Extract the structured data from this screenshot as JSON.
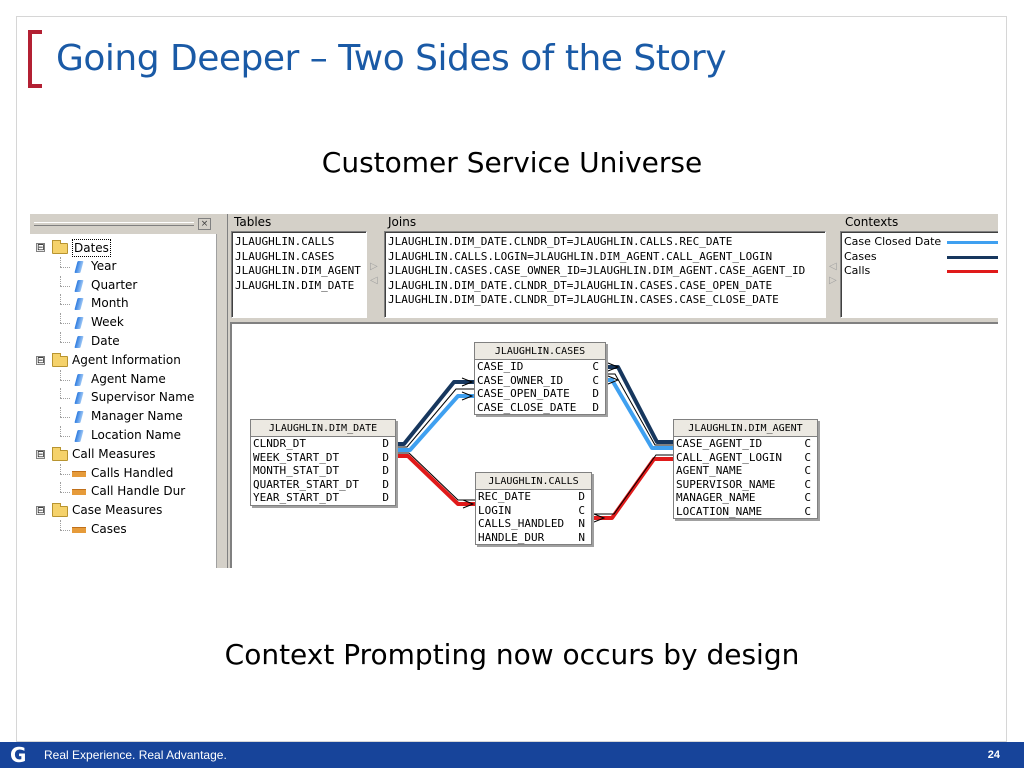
{
  "slide": {
    "title": "Going Deeper – Two Sides of the Story",
    "subtitle": "Customer Service Universe",
    "caption": "Context Prompting now occurs by design",
    "accent_color": "#b32033",
    "title_color": "#1a5aa6"
  },
  "tree": {
    "close_glyph": "×",
    "items": [
      {
        "label": "Dates",
        "kind": "folder",
        "level": 0,
        "toggle": "⊟",
        "selected": true
      },
      {
        "label": "Year",
        "kind": "dimension",
        "level": 1
      },
      {
        "label": "Quarter",
        "kind": "dimension",
        "level": 1
      },
      {
        "label": "Month",
        "kind": "dimension",
        "level": 1
      },
      {
        "label": "Week",
        "kind": "dimension",
        "level": 1
      },
      {
        "label": "Date",
        "kind": "dimension",
        "level": 1
      },
      {
        "label": "Agent Information",
        "kind": "folder",
        "level": 0,
        "toggle": "⊟"
      },
      {
        "label": "Agent Name",
        "kind": "dimension",
        "level": 1
      },
      {
        "label": "Supervisor Name",
        "kind": "dimension",
        "level": 1
      },
      {
        "label": "Manager Name",
        "kind": "dimension",
        "level": 1
      },
      {
        "label": "Location Name",
        "kind": "dimension",
        "level": 1
      },
      {
        "label": "Call Measures",
        "kind": "folder",
        "level": 0,
        "toggle": "⊟"
      },
      {
        "label": "Calls Handled",
        "kind": "measure",
        "level": 1
      },
      {
        "label": "Call Handle Dur",
        "kind": "measure",
        "level": 1
      },
      {
        "label": "Case Measures",
        "kind": "folder",
        "level": 0,
        "toggle": "⊟"
      },
      {
        "label": "Cases",
        "kind": "measure",
        "level": 1
      }
    ]
  },
  "panes": {
    "tables_label": "Tables",
    "joins_label": "Joins",
    "contexts_label": "Contexts",
    "tables": [
      "JLAUGHLIN.CALLS",
      "JLAUGHLIN.CASES",
      "JLAUGHLIN.DIM_AGENT",
      "JLAUGHLIN.DIM_DATE"
    ],
    "joins": [
      "JLAUGHLIN.DIM_DATE.CLNDR_DT=JLAUGHLIN.CALLS.REC_DATE",
      "JLAUGHLIN.CALLS.LOGIN=JLAUGHLIN.DIM_AGENT.CALL_AGENT_LOGIN",
      "JLAUGHLIN.CASES.CASE_OWNER_ID=JLAUGHLIN.DIM_AGENT.CASE_AGENT_ID",
      "JLAUGHLIN.DIM_DATE.CLNDR_DT=JLAUGHLIN.CASES.CASE_OPEN_DATE",
      "JLAUGHLIN.DIM_DATE.CLNDR_DT=JLAUGHLIN.CASES.CASE_CLOSE_DATE"
    ],
    "contexts": [
      {
        "label": "Case Closed Date",
        "color": "#3fa0f0"
      },
      {
        "label": "Cases",
        "color": "#17375e"
      },
      {
        "label": "Calls",
        "color": "#e01a1a"
      }
    ]
  },
  "schema": {
    "tables": {
      "cases": {
        "name": "JLAUGHLIN.CASES",
        "columns": [
          {
            "name": "CASE_ID",
            "type": "C"
          },
          {
            "name": "CASE_OWNER_ID",
            "type": "C"
          },
          {
            "name": "CASE_OPEN_DATE",
            "type": "D"
          },
          {
            "name": "CASE_CLOSE_DATE",
            "type": "D"
          }
        ]
      },
      "dim_date": {
        "name": "JLAUGHLIN.DIM_DATE",
        "columns": [
          {
            "name": "CLNDR_DT",
            "type": "D"
          },
          {
            "name": "WEEK_START_DT",
            "type": "D"
          },
          {
            "name": "MONTH_STAT_DT",
            "type": "D"
          },
          {
            "name": "QUARTER_START_DT",
            "type": "D"
          },
          {
            "name": "YEAR_START_DT",
            "type": "D"
          }
        ]
      },
      "calls": {
        "name": "JLAUGHLIN.CALLS",
        "columns": [
          {
            "name": "REC_DATE",
            "type": "D"
          },
          {
            "name": "LOGIN",
            "type": "C"
          },
          {
            "name": "CALLS_HANDLED",
            "type": "N"
          },
          {
            "name": "HANDLE_DUR",
            "type": "N"
          }
        ]
      },
      "dim_agent": {
        "name": "JLAUGHLIN.DIM_AGENT",
        "columns": [
          {
            "name": "CASE_AGENT_ID",
            "type": "C"
          },
          {
            "name": "CALL_AGENT_LOGIN",
            "type": "C"
          },
          {
            "name": "AGENT_NAME",
            "type": "C"
          },
          {
            "name": "SUPERVISOR_NAME",
            "type": "C"
          },
          {
            "name": "MANAGER_NAME",
            "type": "C"
          },
          {
            "name": "LOCATION_NAME",
            "type": "C"
          }
        ]
      }
    },
    "colors": {
      "case_closed": "#3fa0f0",
      "cases": "#17375e",
      "calls": "#e01a1a"
    }
  },
  "footer": {
    "logo_glyph": "G",
    "tagline": "Real Experience. Real Advantage.",
    "page_number": "24",
    "bar_color": "#17449a"
  }
}
